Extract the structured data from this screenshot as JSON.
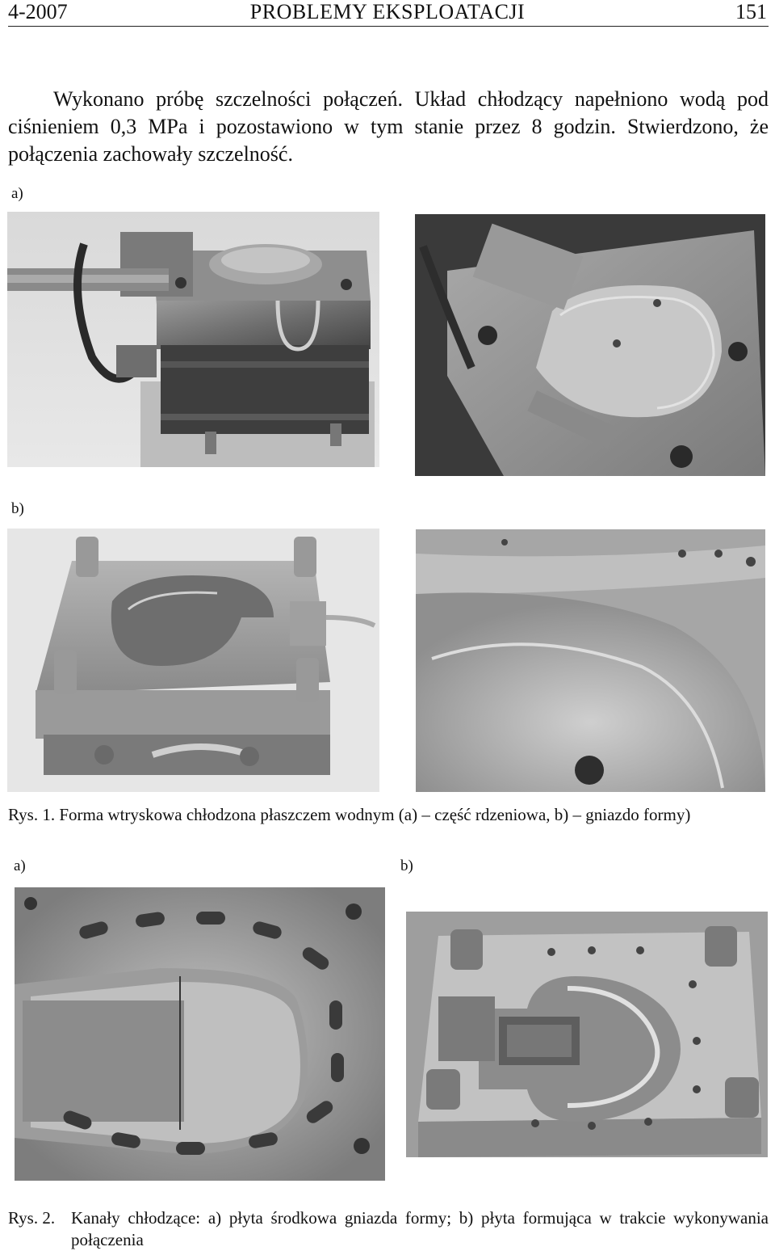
{
  "header": {
    "left": "4-2007",
    "center": "PROBLEMY  EKSPLOATACJI",
    "right": "151"
  },
  "paragraph": "Wykonano próbę szczelności połączeń. Układ chłodzący napełniono wodą pod ciśnieniem 0,3 MPa i pozostawiono w tym stanie przez 8 godzin. Stwierdzono, że połączenia zachowały szczelność.",
  "figure1": {
    "label_a": "a)",
    "label_b": "b)",
    "caption": "Rys. 1. Forma wtryskowa chłodzona płaszczem wodnym (a) – część rdzeniowa, b) – gniazdo formy)"
  },
  "figure2": {
    "label_a": "a)",
    "label_b": "b)",
    "caption_num": "Rys. 2.",
    "caption_text": "Kanały chłodzące: a) płyta środkowa gniazda formy; b) płyta formująca w trakcie wykonywania połączenia"
  }
}
